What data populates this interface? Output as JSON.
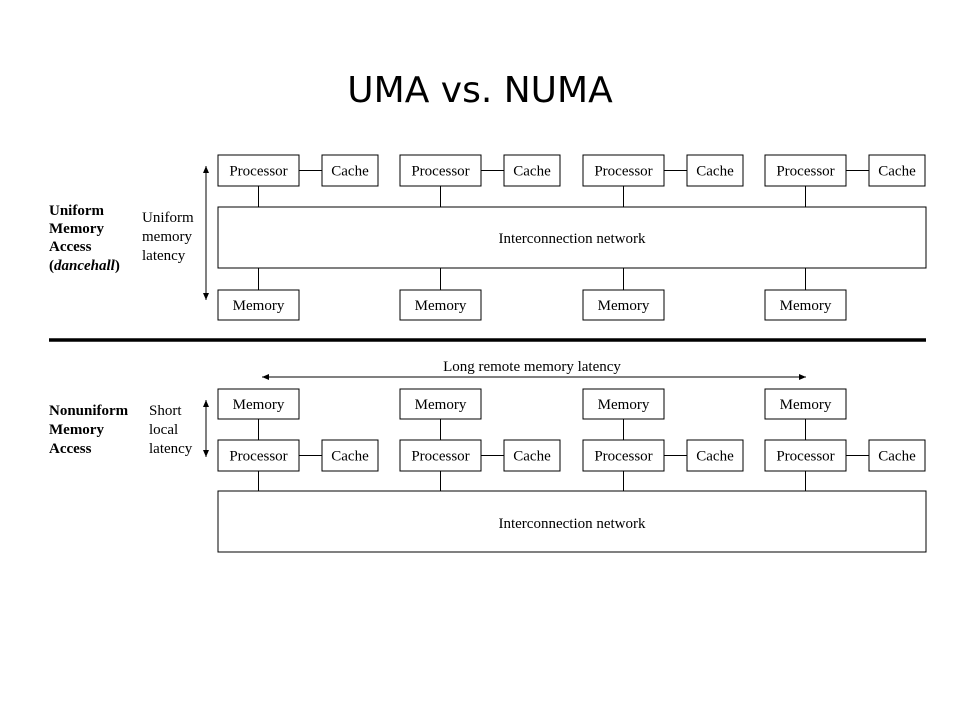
{
  "title": "UMA vs. NUMA",
  "uma": {
    "label_line1": "Uniform",
    "label_line2": "Memory",
    "label_line3": "Access",
    "label_line4_open": "(",
    "label_line4_italic": "dancehall",
    "label_line4_close": ")",
    "latency_line1": "Uniform",
    "latency_line2": "memory",
    "latency_line3": "latency",
    "network": "Interconnection network",
    "nodes": [
      {
        "processor": "Processor",
        "cache": "Cache",
        "memory": "Memory"
      },
      {
        "processor": "Processor",
        "cache": "Cache",
        "memory": "Memory"
      },
      {
        "processor": "Processor",
        "cache": "Cache",
        "memory": "Memory"
      },
      {
        "processor": "Processor",
        "cache": "Cache",
        "memory": "Memory"
      }
    ]
  },
  "numa": {
    "label_line1": "Nonuniform",
    "label_line2": "Memory",
    "label_line3": "Access",
    "latency_line1": "Short",
    "latency_line2": "local",
    "latency_line3": "latency",
    "remote_latency": "Long remote memory latency",
    "network": "Interconnection network",
    "nodes": [
      {
        "processor": "Processor",
        "cache": "Cache",
        "memory": "Memory"
      },
      {
        "processor": "Processor",
        "cache": "Cache",
        "memory": "Memory"
      },
      {
        "processor": "Processor",
        "cache": "Cache",
        "memory": "Memory"
      },
      {
        "processor": "Processor",
        "cache": "Cache",
        "memory": "Memory"
      }
    ]
  }
}
